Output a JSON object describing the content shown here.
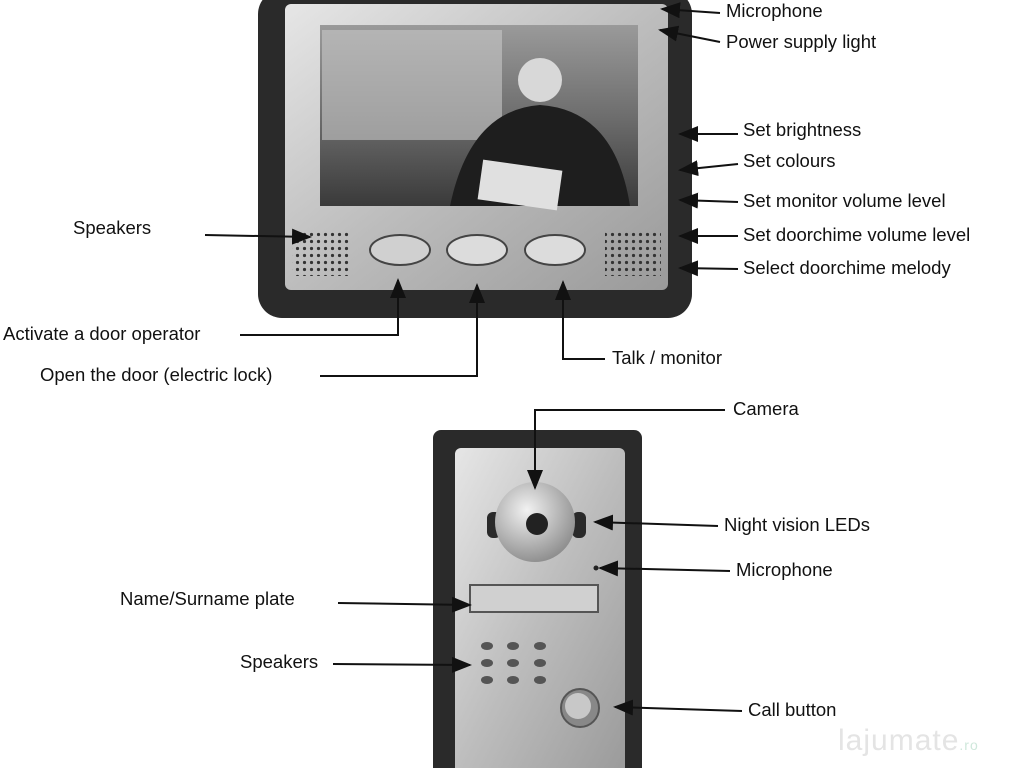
{
  "monitor_labels": {
    "microphone": "Microphone",
    "power_light": "Power supply light",
    "brightness": "Set brightness",
    "colours": "Set colours",
    "monitor_volume": "Set monitor  volume level",
    "doorchime_volume": "Set doorchime volume level",
    "melody": "Select doorchime melody",
    "speakers": "Speakers",
    "door_operator": "Activate a door operator",
    "open_door": "Open the door (electric lock)",
    "talk_monitor": "Talk /  monitor"
  },
  "door_station_labels": {
    "camera": "Camera",
    "night_leds": "Night vision LEDs",
    "microphone": "Microphone",
    "name_plate": "Name/Surname plate",
    "speakers": "Speakers",
    "call_button": "Call button"
  },
  "watermark": {
    "text": "lajumate",
    "suffix": ".ro"
  },
  "colors": {
    "frame": "#2a2a2a",
    "silver": "#b8b8b8",
    "line": "#111111"
  }
}
